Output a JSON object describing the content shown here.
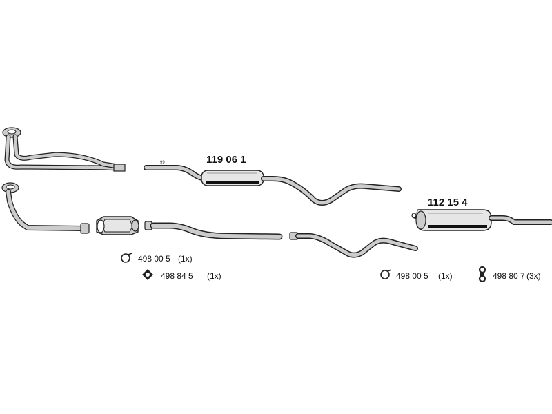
{
  "diagram": {
    "colors": {
      "pipe_fill": "#cccccc",
      "outline": "#222222",
      "muffler_body": "#e6e6e6",
      "muffler_stripe": "#111111"
    },
    "part_numbers": {
      "middle_silencer": "119 06 1",
      "rear_silencer": "112 15 4"
    },
    "middle_pipe_mark": "99",
    "mounting_parts": [
      {
        "icon": "clamp-ring-icon",
        "number": "498 00 5",
        "qty": "(1x)"
      },
      {
        "icon": "rubber-mount-icon",
        "number": "498 84 5",
        "qty": "(1x)"
      },
      {
        "icon": "clamp-ring-icon",
        "number": "498 00 5",
        "qty": "(1x)"
      },
      {
        "icon": "hanger-icon",
        "number": "498 80 7",
        "qty": "(3x)"
      }
    ]
  }
}
